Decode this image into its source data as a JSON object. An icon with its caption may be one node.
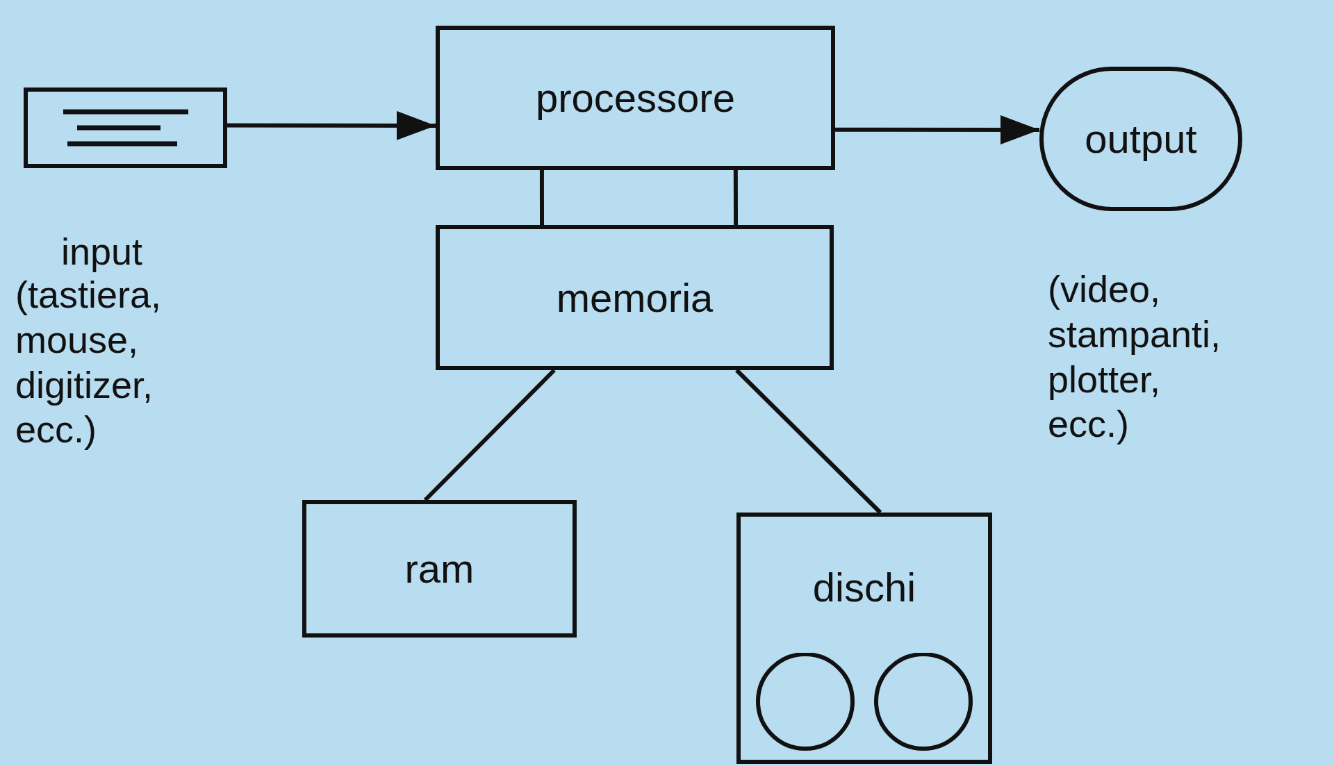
{
  "diagram": {
    "nodes": [
      {
        "text": [],
        "shape": "picture",
        "beside": [
          "input",
          "(tastiera, mouse, digitizer, ecc.)"
        ]
      },
      {
        "text": [
          "processore"
        ]
      },
      {
        "text": [
          "output"
        ],
        "beside": [
          "(video, stampanti, plotter, ecc.)"
        ]
      },
      {
        "text": [
          "memoria"
        ]
      },
      {
        "text": [
          "ram"
        ]
      },
      {
        "text": [
          "dischi"
        ]
      }
    ],
    "edges": [
      {
        "from": 0,
        "to": 1,
        "arrow": "to"
      },
      {
        "from": 1,
        "to": 2,
        "arrow": "to"
      },
      {
        "from": 1,
        "to": 3,
        "arrow": "none"
      },
      {
        "from": 1,
        "to": 3,
        "arrow": "none"
      },
      {
        "from": 3,
        "to": 4,
        "arrow": "none"
      },
      {
        "from": 3,
        "to": 5,
        "arrow": "none"
      }
    ]
  }
}
